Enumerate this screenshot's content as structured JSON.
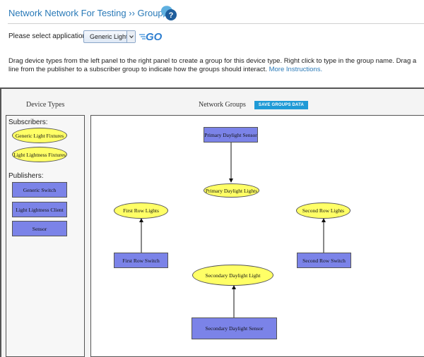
{
  "header": {
    "title": "Network Network For Testing ›› Groups"
  },
  "app_select": {
    "label": "Please select application:",
    "value": "Generic Light",
    "go_label": "GO"
  },
  "instructions": {
    "text": "Drag device types from the left panel to the right panel to create a group for this device type. Right click to type in the group name. Drag a line from the publisher to a subscriber group to indicate how the groups should interact. ",
    "link": "More Instructions."
  },
  "panels": {
    "device_types_title": "Device Types",
    "network_groups_title": "Network Groups",
    "save_button": "SAVE GROUPS DATA"
  },
  "device_types": {
    "subscribers_label": "Subscribers:",
    "subscribers": [
      "Generic Light Fixtures",
      "Light Lightness Fixtures"
    ],
    "publishers_label": "Publishers:",
    "publishers": [
      "Generic Switch",
      "Light Lightness Client",
      "Sensor"
    ]
  },
  "groups": {
    "primary_sensor": "Primary Daylight Sensor",
    "primary_lights": "Primary Daylight Lights",
    "first_row_lights": "First Row Lights",
    "second_row_lights": "Second Row Lights",
    "first_row_switch": "First Row Switch",
    "second_row_switch": "Second Row Switch",
    "secondary_light": "Secondary Daylight Light",
    "secondary_sensor": "Secondary Daylight Sensor"
  },
  "colors": {
    "title": "#2a7ab8",
    "subscriber_fill": "#ffff66",
    "publisher_fill": "#7b83e8",
    "save_button": "#1f9ad6"
  }
}
